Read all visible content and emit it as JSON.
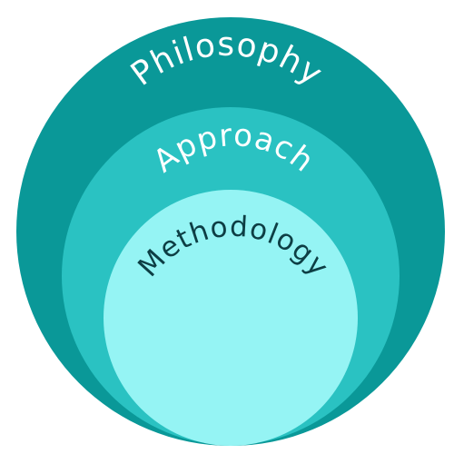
{
  "layers": [
    {
      "label": "Philosophy",
      "fill": "#0a9898",
      "text_color": "#ffffff"
    },
    {
      "label": "Approach",
      "fill": "#2ac2c2",
      "text_color": "#ffffff"
    },
    {
      "label": "Methodology",
      "fill": "#95f4f4",
      "text_color": "#0d3e44"
    }
  ],
  "background": "#ffffff"
}
